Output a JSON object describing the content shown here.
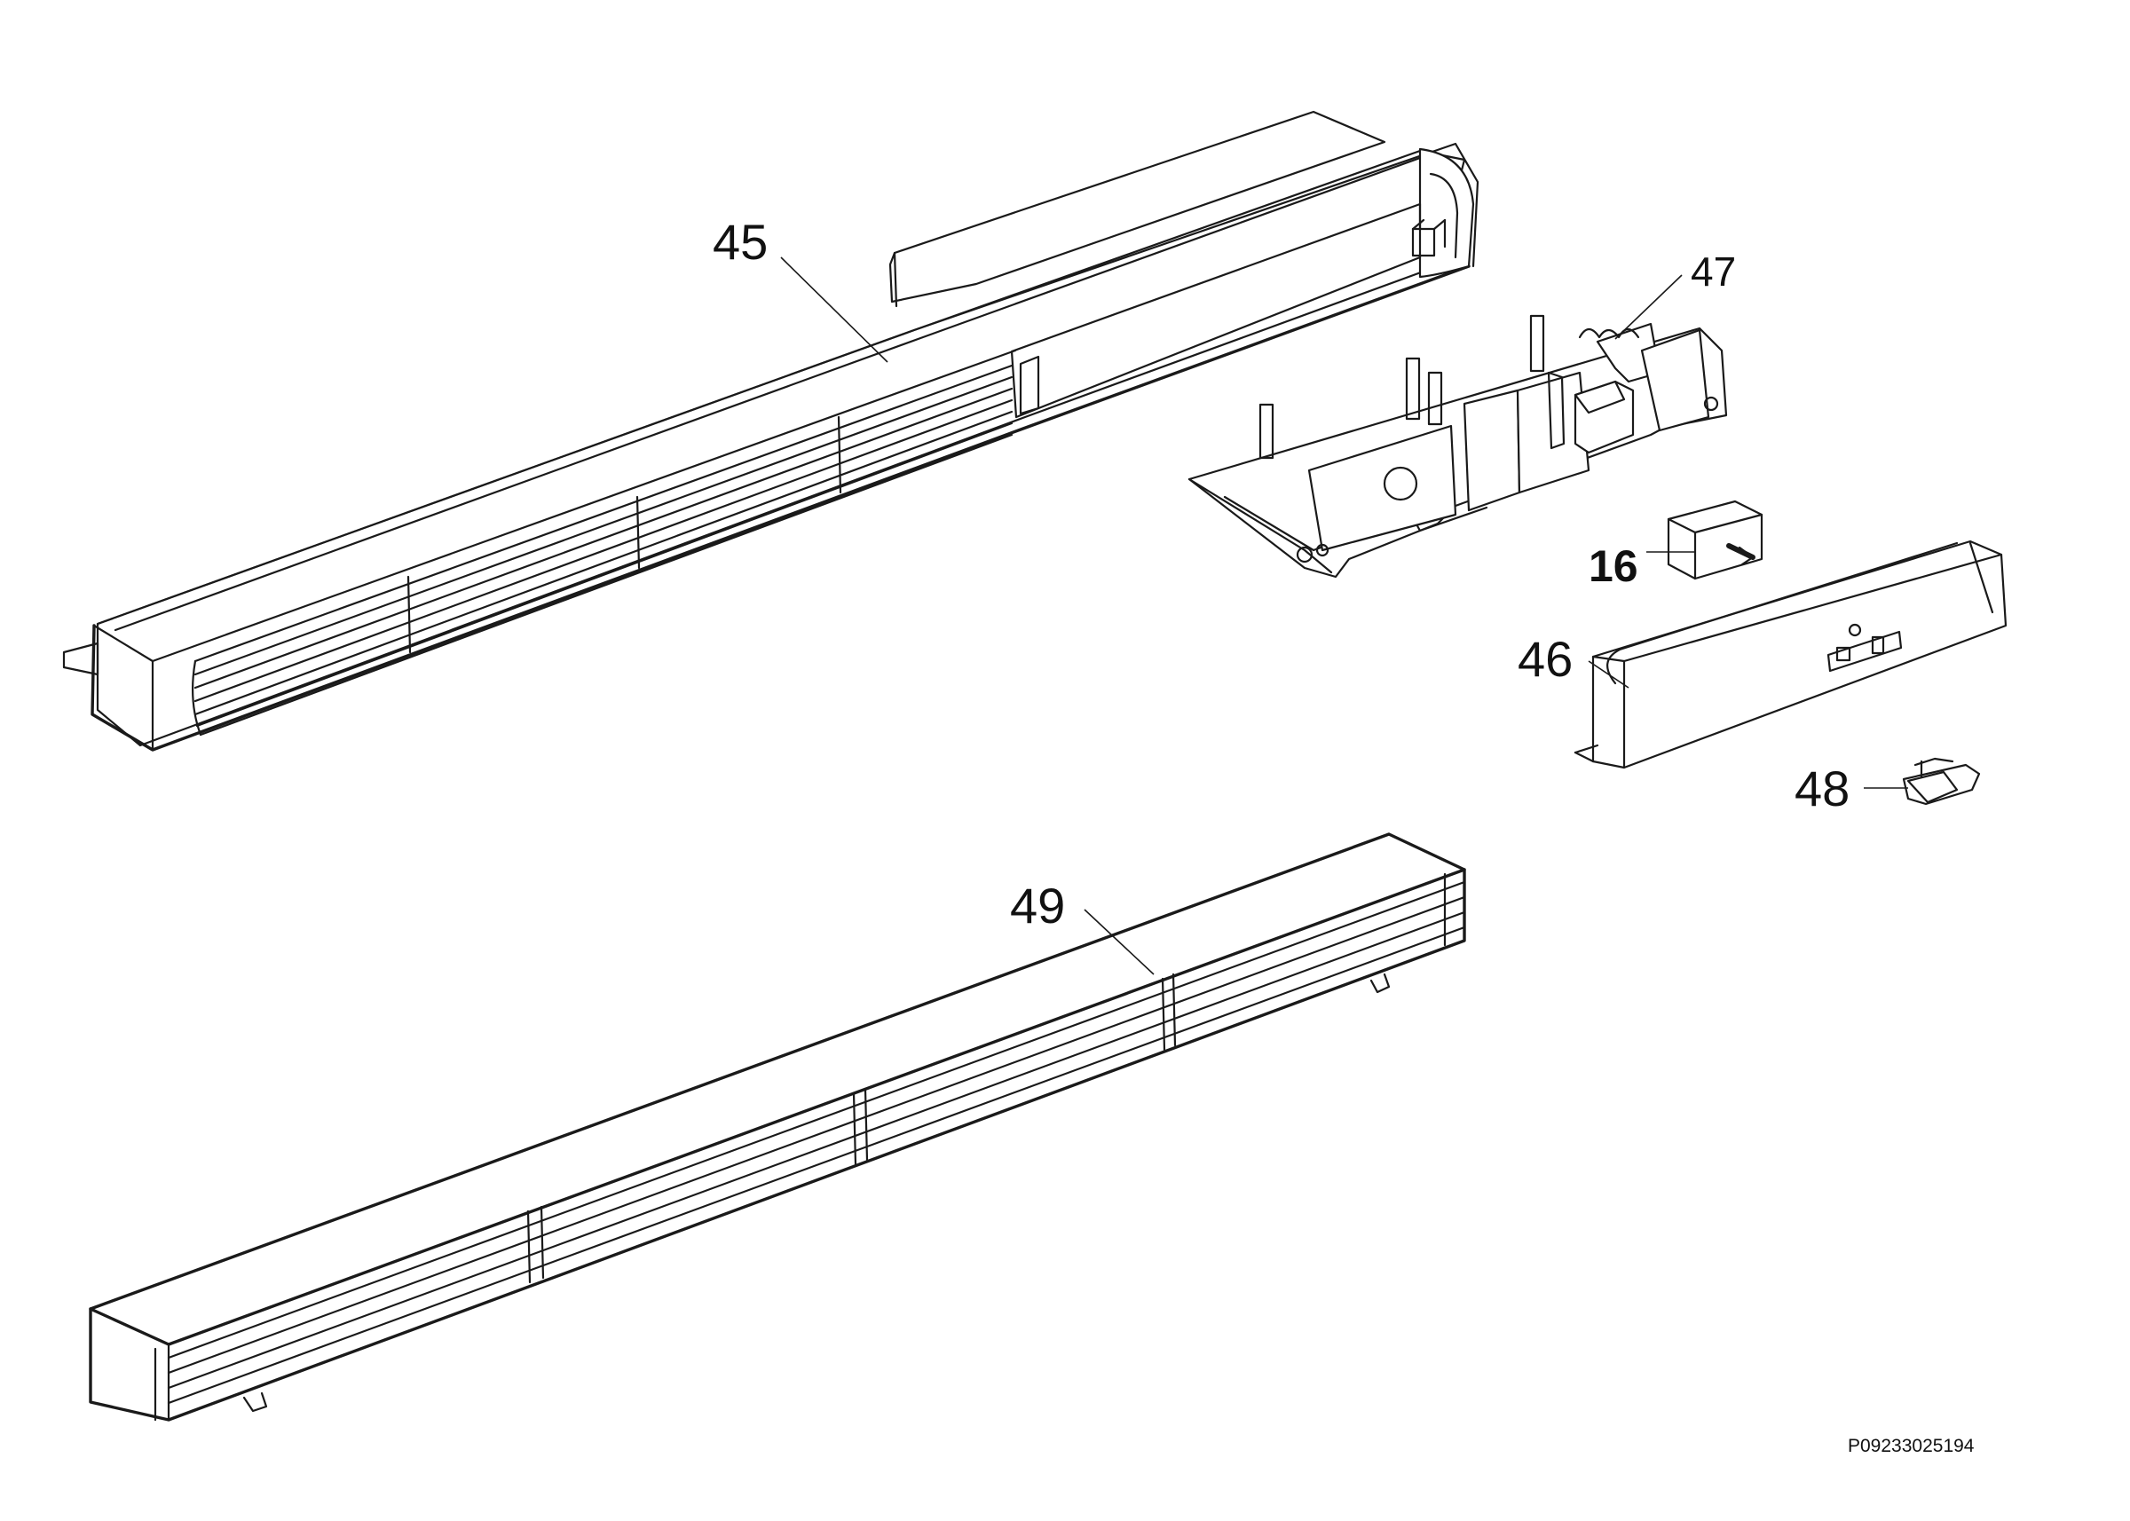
{
  "diagram": {
    "callouts": [
      {
        "id": "45",
        "label": "45"
      },
      {
        "id": "47",
        "label": "47"
      },
      {
        "id": "16",
        "label": "16"
      },
      {
        "id": "46",
        "label": "46"
      },
      {
        "id": "48",
        "label": "48"
      },
      {
        "id": "49",
        "label": "49"
      }
    ],
    "document_code": "P09233025194"
  }
}
